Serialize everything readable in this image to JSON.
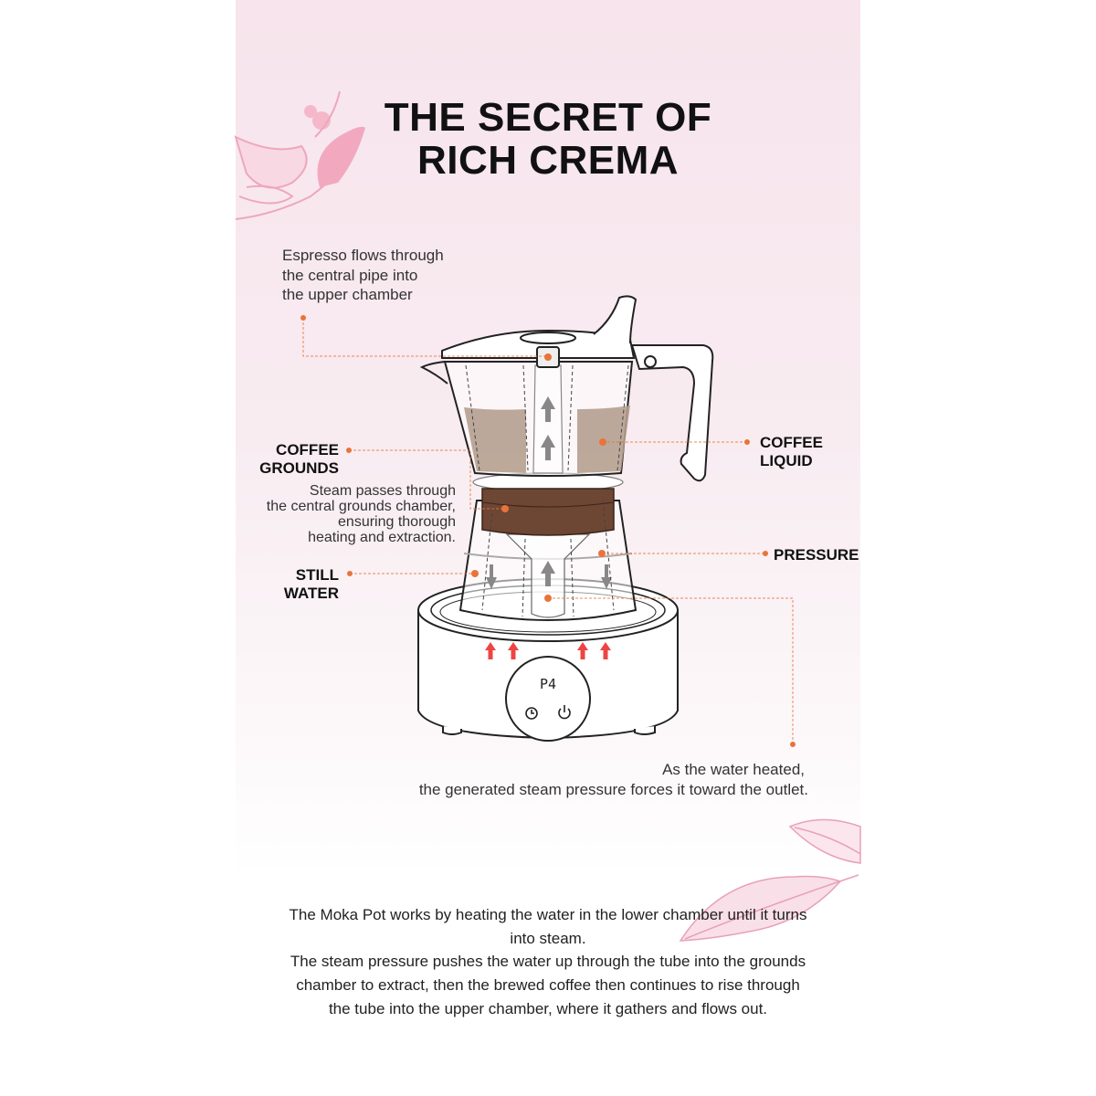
{
  "title": {
    "line1": "THE SECRET OF",
    "line2": "RICH CREMA"
  },
  "annotations": {
    "espresso": [
      "Espresso flows through",
      "the central pipe into",
      "the upper chamber"
    ],
    "coffee_grounds": {
      "label": [
        "COFFEE",
        "GROUNDS"
      ],
      "note": [
        "Steam passes through",
        "the central grounds chamber,",
        "ensuring thorough",
        "heating and extraction."
      ]
    },
    "coffee_liquid": [
      "COFFEE",
      "LIQUID"
    ],
    "pressure": "PRESSURE",
    "still_water": [
      "STILL",
      "WATER"
    ],
    "heated": [
      "As the water heated,",
      "the generated steam pressure forces it toward the outlet."
    ]
  },
  "heater": {
    "display": "P4",
    "icons": [
      "timer-icon",
      "power-icon"
    ]
  },
  "footer": [
    "The Moka Pot works by heating the water in the lower chamber until it turns",
    "into steam.",
    "The steam pressure pushes the water up through the tube into the grounds",
    "chamber to extract, then the brewed coffee then continues to rise through",
    "the tube into the upper chamber, where it gathers and flows out."
  ],
  "colors": {
    "accent": "#e8743b",
    "coffee_liquid": "#b5a08f",
    "coffee_grounds": "#6e4634",
    "heat_arrow": "#ee4444",
    "leaf": "#f0a6bd"
  }
}
